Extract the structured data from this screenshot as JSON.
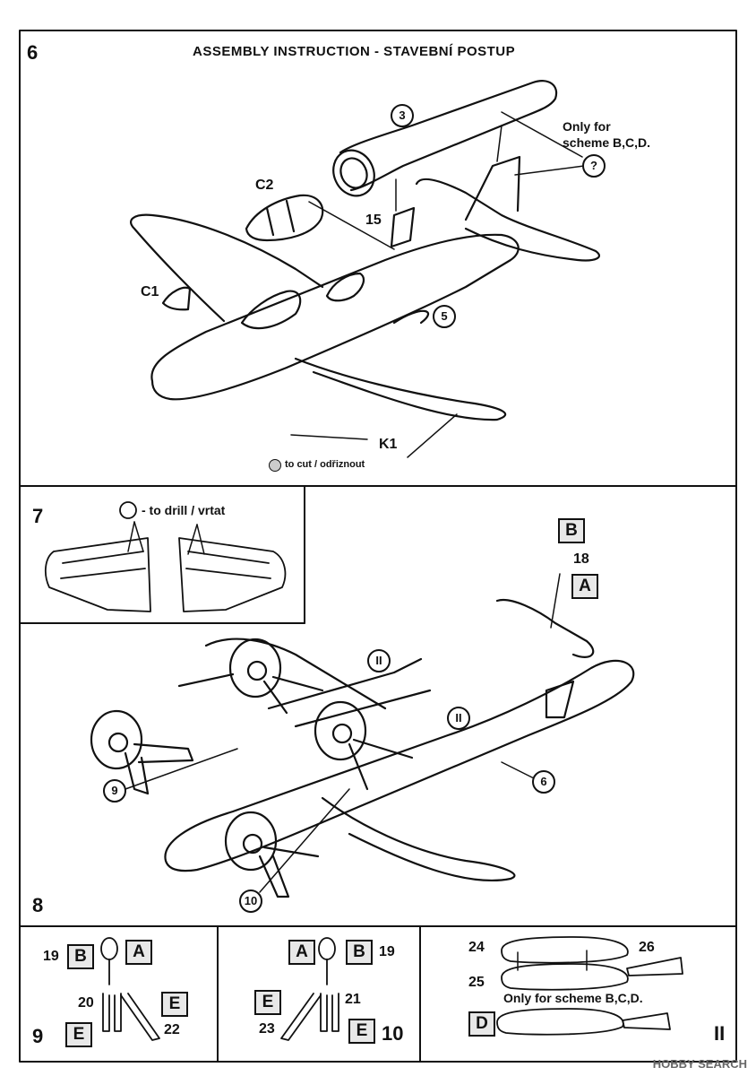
{
  "header": {
    "page_number": "6",
    "title": "ASSEMBLY INSTRUCTION - STAVEBNÍ POSTUP"
  },
  "step6": {
    "part_engine": "3",
    "part_fuselage": "5",
    "label_c2": "C2",
    "label_c1": "C1",
    "label_15": "15",
    "label_k1": "K1",
    "note_line1": "Only for",
    "note_line2": "scheme B,C,D.",
    "note_marker": "?",
    "cut_note": "to cut / odřiznout"
  },
  "step7": {
    "number": "7",
    "drill_note": "- to drill / vrtat"
  },
  "step8": {
    "number": "8",
    "box_b": "B",
    "box_a": "A",
    "label_18": "18",
    "ref_11_a": "II",
    "ref_11_b": "II",
    "ref_9": "9",
    "ref_10": "10",
    "ref_6": "6"
  },
  "step9": {
    "number": "9",
    "label_19": "19",
    "box_b": "B",
    "box_a": "A",
    "label_20": "20",
    "box_e1": "E",
    "label_22": "22",
    "box_e2": "E"
  },
  "step10": {
    "number": "10",
    "box_a": "A",
    "box_b": "B",
    "label_19": "19",
    "box_e1": "E",
    "label_21": "21",
    "label_23": "23",
    "box_e2": "E"
  },
  "step11": {
    "number": "II",
    "label_24": "24",
    "label_26": "26",
    "label_25": "25",
    "note": "Only for scheme B,C,D.",
    "box_d": "D"
  },
  "watermark": "HOBBY SEARCH"
}
